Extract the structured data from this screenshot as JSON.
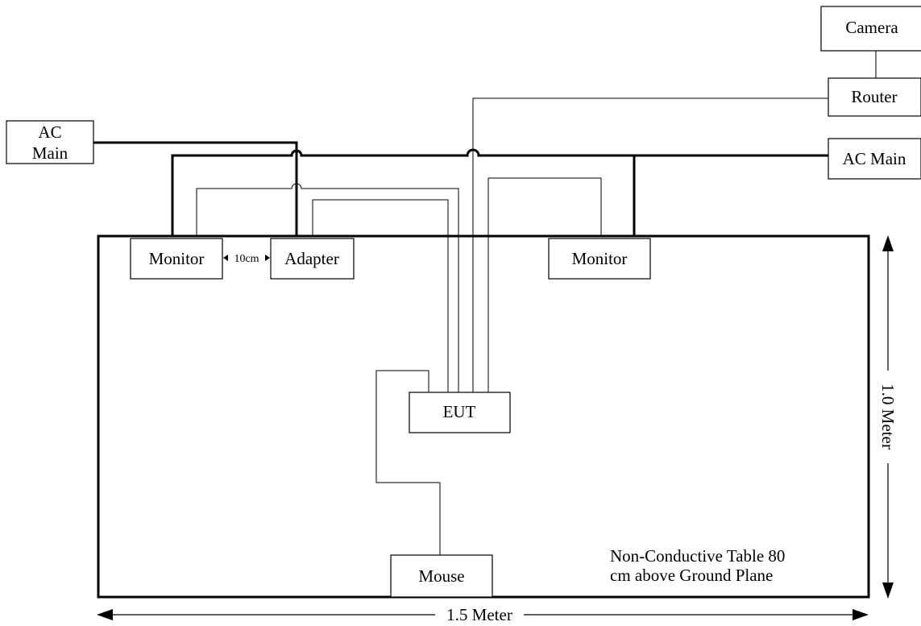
{
  "devices": {
    "camera": "Camera",
    "router": "Router",
    "ac_main_left": [
      "AC",
      "Main"
    ],
    "ac_main_right": "AC Main",
    "monitor_left": "Monitor",
    "adapter": "Adapter",
    "monitor_right": "Monitor",
    "eut": "EUT",
    "mouse": "Mouse"
  },
  "spacing_label": "10cm",
  "table_note": [
    "Non-Conductive Table 80",
    "cm above Ground Plane"
  ],
  "dimensions": {
    "width": "1.5 Meter",
    "depth": "1.0 Meter"
  }
}
